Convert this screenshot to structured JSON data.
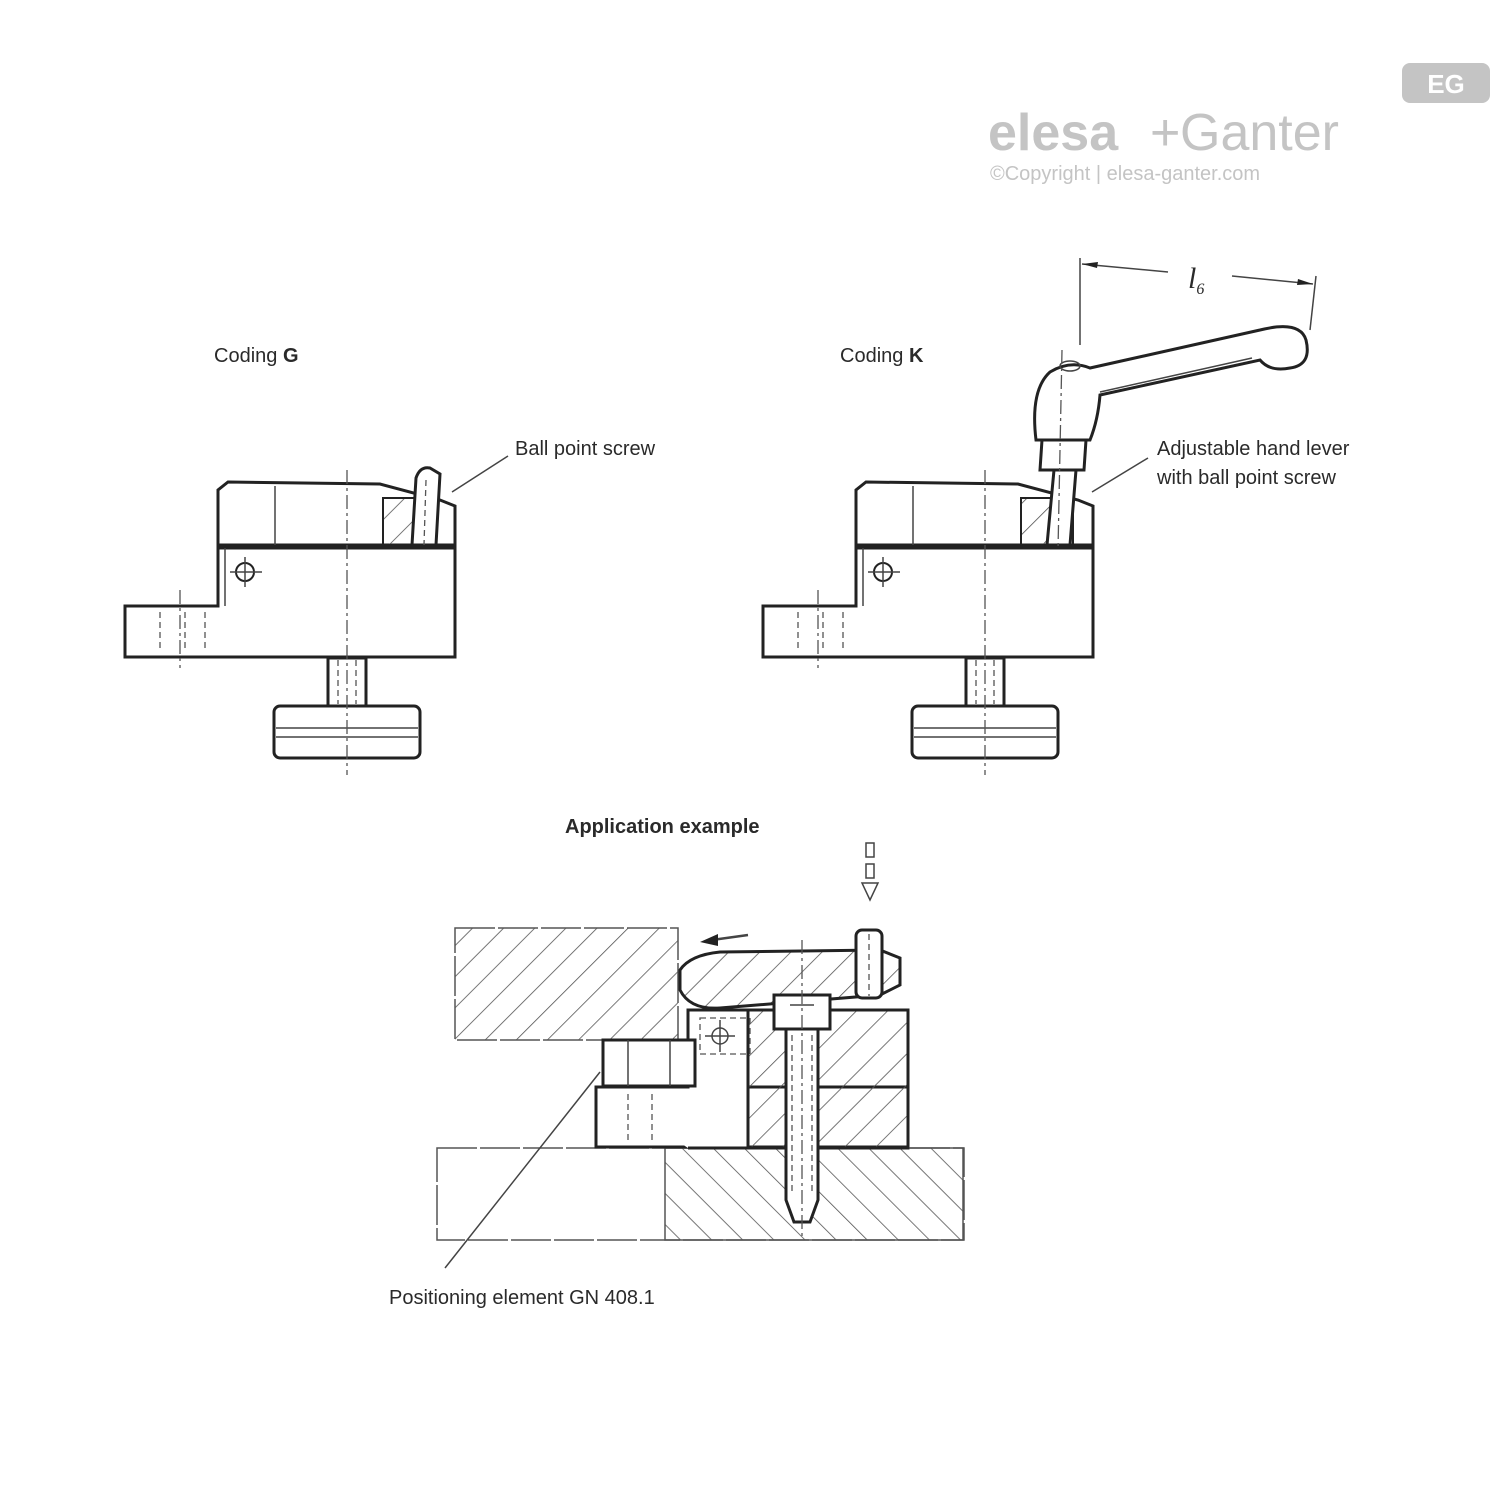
{
  "logo": {
    "brand_left": "elesa",
    "brand_plus": "+",
    "brand_right": "Ganter",
    "copyright": "©Copyright | elesa-ganter.com",
    "badge": "EG",
    "badge_color": "#c4c4c4"
  },
  "views": {
    "coding_g": {
      "label_prefix": "Coding ",
      "label_code": "G",
      "callout": "Ball point screw"
    },
    "coding_k": {
      "label_prefix": "Coding ",
      "label_code": "K",
      "callout_line1": "Adjustable hand lever",
      "callout_line2": "with ball point screw",
      "dimension_symbol": "l",
      "dimension_subscript": "6"
    }
  },
  "application": {
    "title": "Application example",
    "callout": "Positioning element GN 408.1"
  }
}
